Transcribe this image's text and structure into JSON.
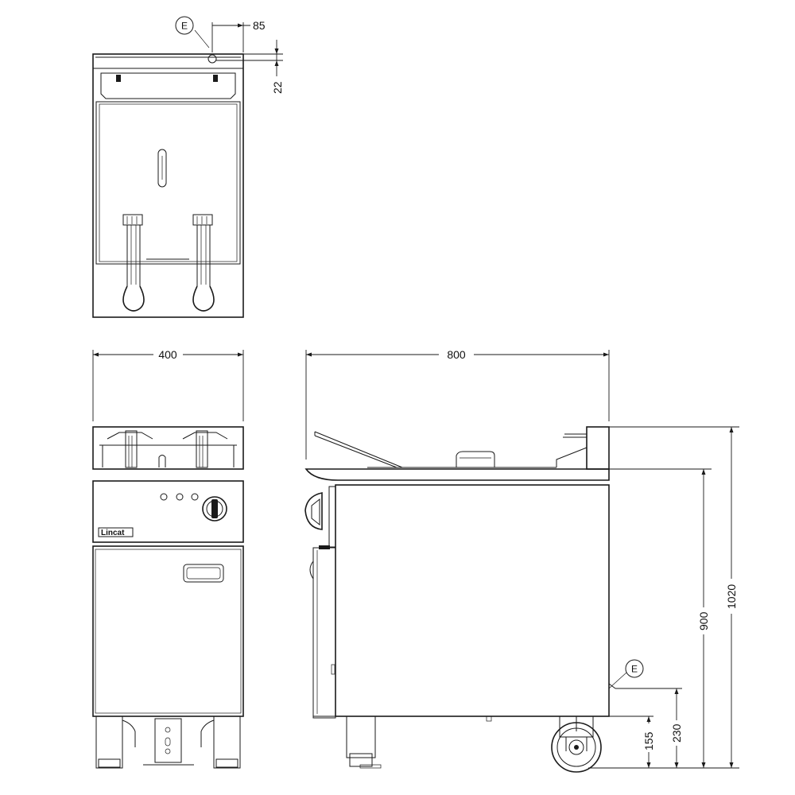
{
  "brand": {
    "logo_text": "Lincat"
  },
  "connection_marker": {
    "letter": "E"
  },
  "dimensions": {
    "top_offset_x": "85",
    "top_offset_y": "22",
    "front_width": "400",
    "side_depth": "800",
    "overall_height": "1020",
    "worktop_height": "900",
    "connection_height": "230",
    "low_height": "155"
  },
  "colors": {
    "line": "#1a1a1a",
    "background": "#ffffff"
  }
}
